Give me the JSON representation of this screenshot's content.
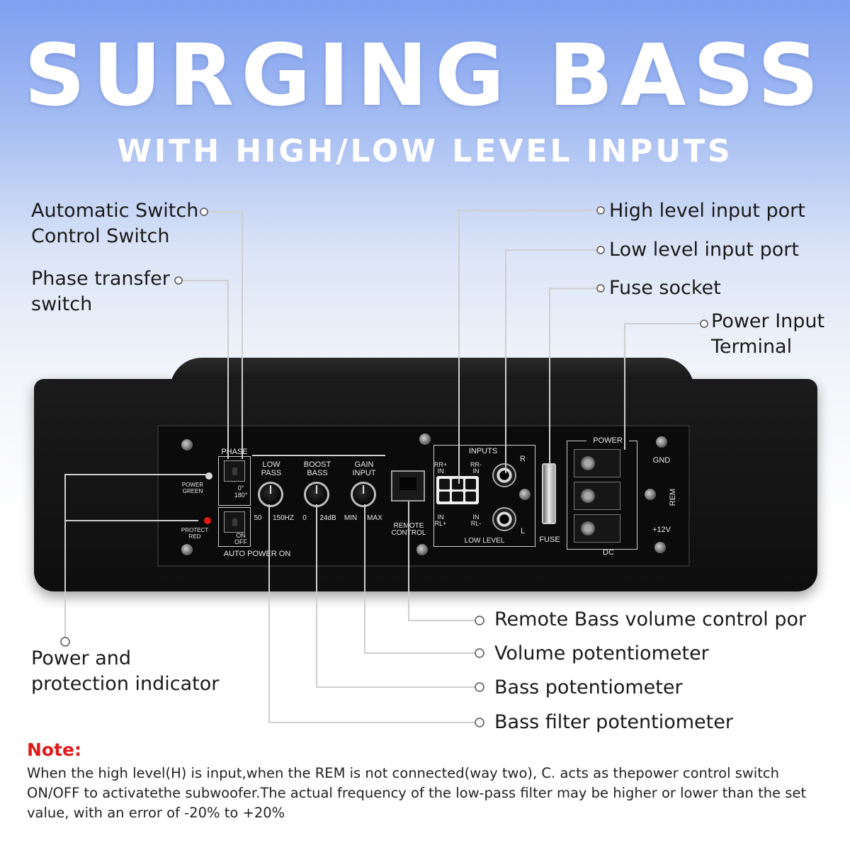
{
  "header": {
    "title": "SURGING BASS",
    "subtitle": "WITH HIGH/LOW LEVEL INPUTS"
  },
  "callouts": {
    "auto_switch_line1": "Automatic Switch",
    "auto_switch_line2": "Control Switch",
    "phase_line1": "Phase transfer",
    "phase_line2": "switch",
    "indicator_line1": "Power and",
    "indicator_line2": "protection indicator",
    "high_level": "High level input port",
    "low_level": "Low level input port",
    "fuse_socket": "Fuse socket",
    "power_input_line1": "Power Input",
    "power_input_line2": "Terminal",
    "remote": "Remote Bass volume control por",
    "volume": "Volume potentiometer",
    "bass": "Bass potentiometer",
    "bass_filter": "Bass filter potentiometer"
  },
  "panel": {
    "phase": "PHASE",
    "phase_0": "0°",
    "phase_180": "180°",
    "power_green_1": "POWER",
    "power_green_2": "GREEN",
    "protect_red_1": "PROTECT",
    "protect_red_2": "RED",
    "on": "ON",
    "off": "OFF",
    "auto_power_on": "AUTO POWER ON",
    "low_pass_1": "LOW",
    "low_pass_2": "PASS",
    "boost_bass_1": "BOOST",
    "boost_bass_2": "BASS",
    "gain_input_1": "GAIN",
    "gain_input_2": "INPUT",
    "lp_min": "50",
    "lp_max": "150HZ",
    "bb_min": "0",
    "bb_max": "24dB",
    "gi_min": "MIN",
    "gi_max": "MAX",
    "remote_1": "REMOTE",
    "remote_2": "CONTROL",
    "inputs": "INPUTS",
    "rr_plus_1": "RR+",
    "rr_plus_2": "IN",
    "rr_minus_1": "RR-",
    "rr_minus_2": "IN",
    "rl_plus_1": "IN",
    "rl_plus_2": "RL+",
    "rl_minus_1": "IN",
    "rl_minus_2": "RL-",
    "r": "R",
    "l": "L",
    "low_level": "LOW LEVEL",
    "fuse": "FUSE",
    "power": "POWER",
    "gnd": "GND",
    "rem": "REM",
    "v12": "+12V",
    "dc": "DC"
  },
  "note": {
    "title": "Note:",
    "body": "When the high level(H) is input,when the REM is not connected(way two), C. acts as thepower control switch ON/OFF to activatethe subwoofer.The actual frequency of the low-pass filter may be higher or lower than the set value, with an error of -20% to +20%"
  },
  "colors": {
    "note_title": "#e01a1a",
    "power_led": "#2ecc40",
    "protect_led": "#e01a1a"
  }
}
